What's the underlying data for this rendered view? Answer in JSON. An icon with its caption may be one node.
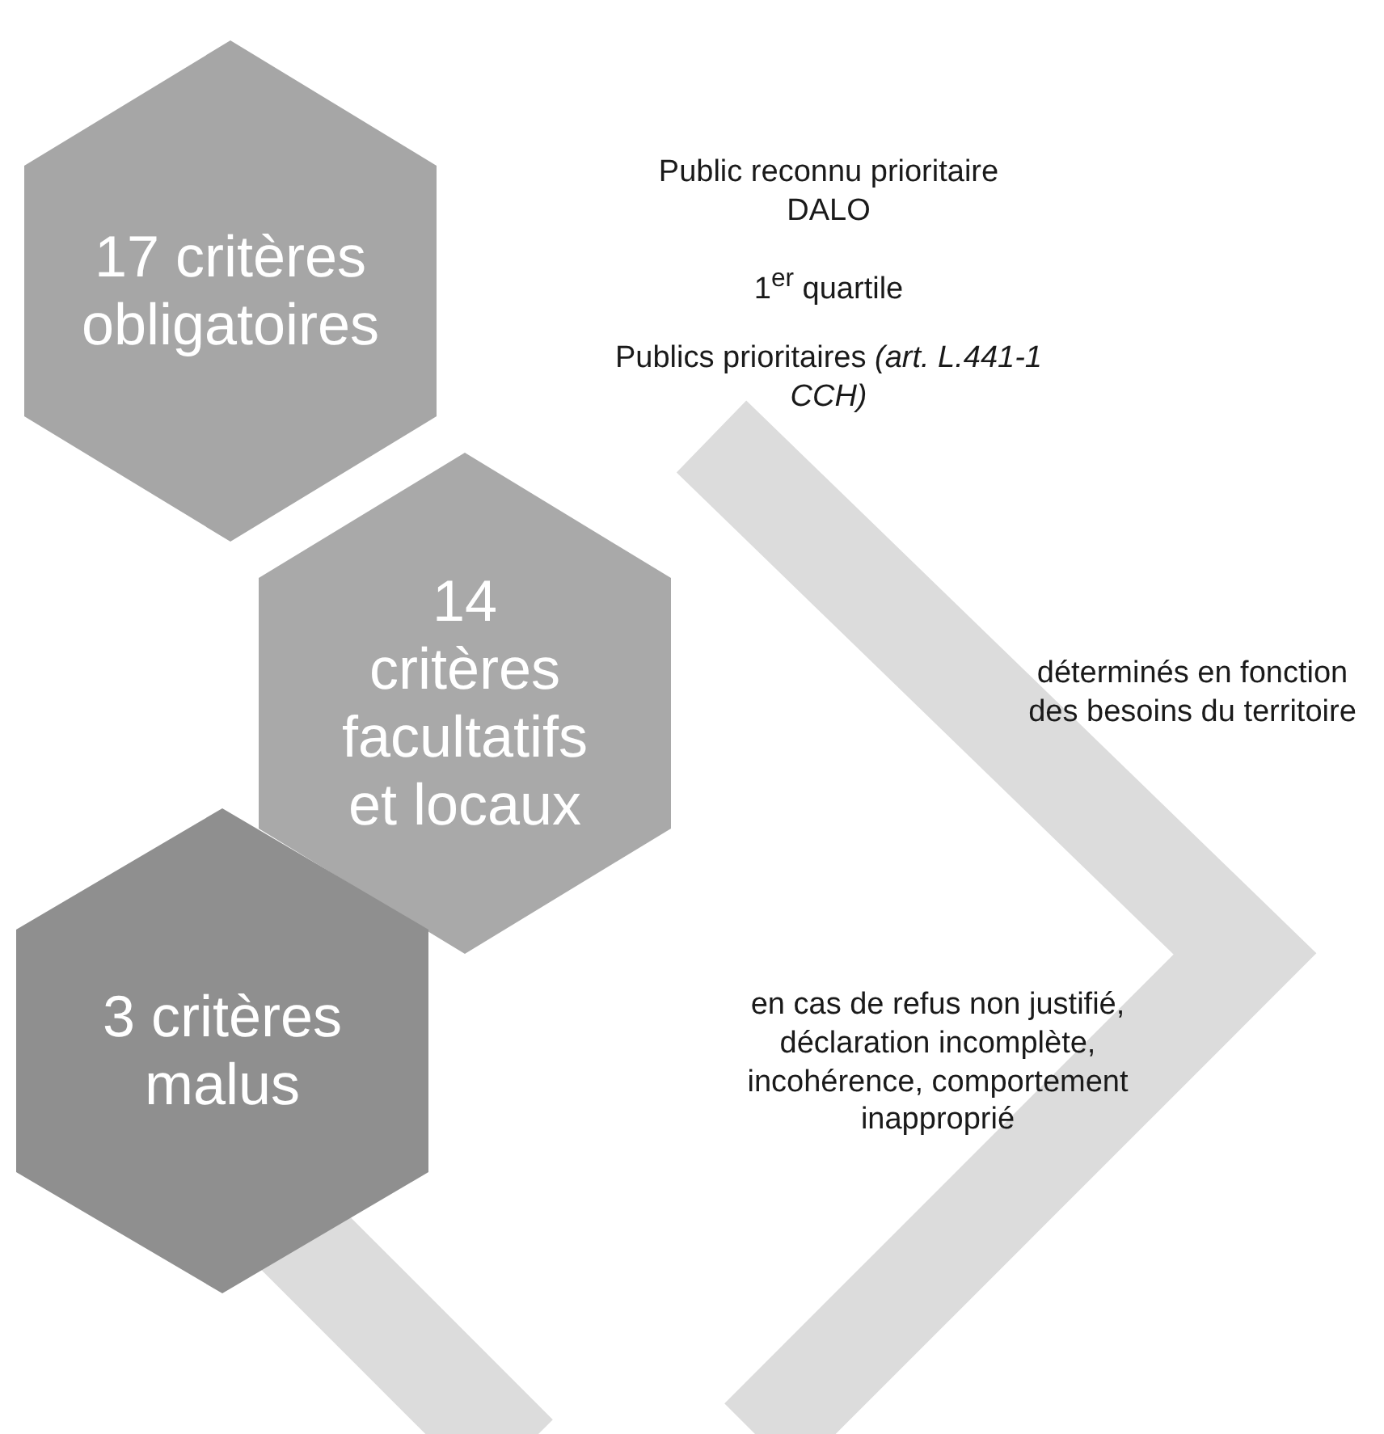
{
  "diagram": {
    "nodes": [
      {
        "text": [
          "17 critères obligatoires"
        ],
        "beside": [
          "Public reconnu prioritaire DALO",
          "1$^{er}$ quartile",
          "Publics prioritaires *(art. L.441-1 CCH)*"
        ]
      },
      {
        "text": [
          "14 critères facultatifs et locaux"
        ]
      },
      {
        "text": [
          "3 critères malus"
        ]
      }
    ],
    "labels": [
      "déterminés en fonction des besoins du territoire",
      "en cas de refus non justifié, déclaration incomplète, incohérence, comportement inapproprié"
    ]
  }
}
